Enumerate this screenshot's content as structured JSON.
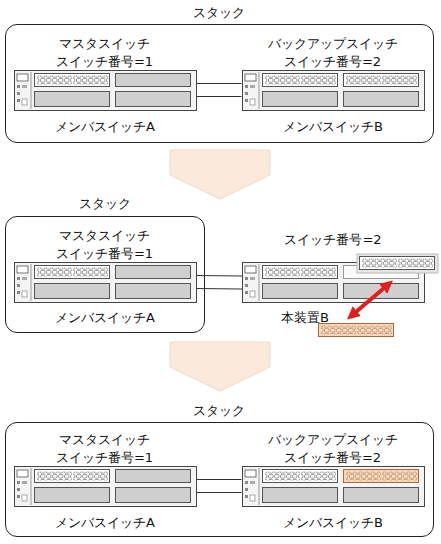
{
  "diagram": {
    "nodes": [
      {
        "text": [
          "スタック"
        ]
      },
      {
        "text": [
          "マスタスイッチ スイッチ番号=1",
          "メンバスイッチA"
        ],
        "in": 0
      },
      {
        "text": [
          "バックアップスイッチ スイッチ番号=2",
          "メンバスイッチB"
        ],
        "in": 0
      },
      {
        "text": [
          "スタック"
        ]
      },
      {
        "text": [
          "マスタスイッチ スイッチ番号=1",
          "メンバスイッチA"
        ],
        "in": 3
      },
      {
        "text": [
          "スイッチ番号=2",
          "本装置B"
        ]
      },
      {
        "text": [
          "スタック"
        ]
      },
      {
        "text": [
          "マスタスイッチ スイッチ番号=1",
          "メンバスイッチA"
        ],
        "in": 6
      },
      {
        "text": [
          "バックアップスイッチ スイッチ番号=2",
          "メンバスイッチB"
        ],
        "in": 6
      }
    ],
    "edges": [
      {
        "from": 1,
        "to": 2,
        "arrow": "none"
      },
      {
        "from": 4,
        "to": 5,
        "arrow": "none"
      },
      {
        "from": 7,
        "to": 8,
        "arrow": "none"
      }
    ]
  }
}
